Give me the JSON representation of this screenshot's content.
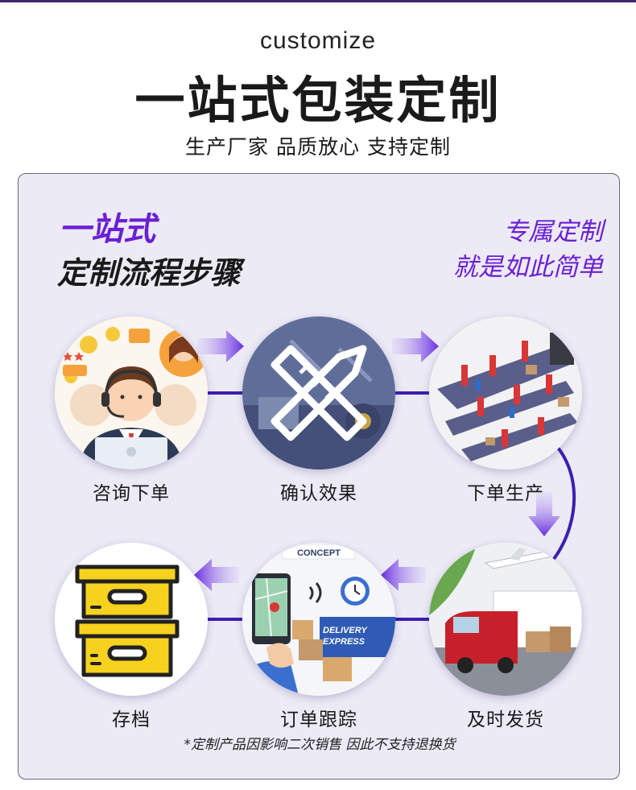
{
  "header": {
    "subtitle_en": "customize",
    "title": "一站式包装定制",
    "tagline": "生产厂家 品质放心 支持定制"
  },
  "panel": {
    "title_line1": "一站式",
    "title_line2": "定制流程步骤",
    "slogan_line1": "专属定制",
    "slogan_line2": "就是如此简单",
    "footnote": "*定制产品因影响二次销售 因此不支持退换货"
  },
  "steps": [
    {
      "label": "咨询下单",
      "icon": "customer-service-icon"
    },
    {
      "label": "确认效果",
      "icon": "design-tools-icon"
    },
    {
      "label": "下单生产",
      "icon": "factory-production-icon"
    },
    {
      "label": "及时发货",
      "icon": "shipping-truck-icon"
    },
    {
      "label": "订单跟踪",
      "icon": "delivery-tracking-icon"
    },
    {
      "label": "存档",
      "icon": "archive-boxes-icon"
    }
  ],
  "illustration_text": {
    "tracking_banner": "CONCEPT",
    "delivery_line1": "DELIVERY",
    "delivery_line2": "EXPRESS"
  },
  "colors": {
    "accent_purple": "#6a1fd4",
    "panel_bg": "#eceaf5",
    "connector": "#3b1fb0",
    "box_yellow": "#f6d21e"
  }
}
